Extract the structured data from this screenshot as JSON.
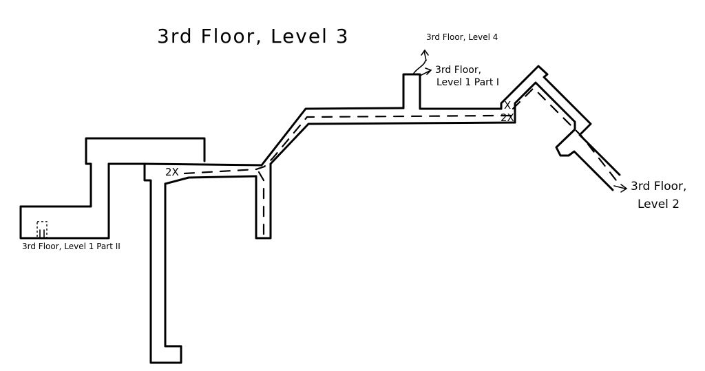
{
  "title": "3rd Floor, Level 3",
  "labels": {
    "level4": "3rd Floor, Level 4",
    "level1_part1_line1": "3rd Floor,",
    "level1_part1_line2": "Level 1 Part I",
    "level2_line1": "3rd Floor,",
    "level2_line2": "Level 2",
    "level1_part2": "3rd Floor, Level 1 Part II"
  },
  "marks": {
    "left_2x": "2X",
    "right_x": "X",
    "right_2x": "2X"
  }
}
